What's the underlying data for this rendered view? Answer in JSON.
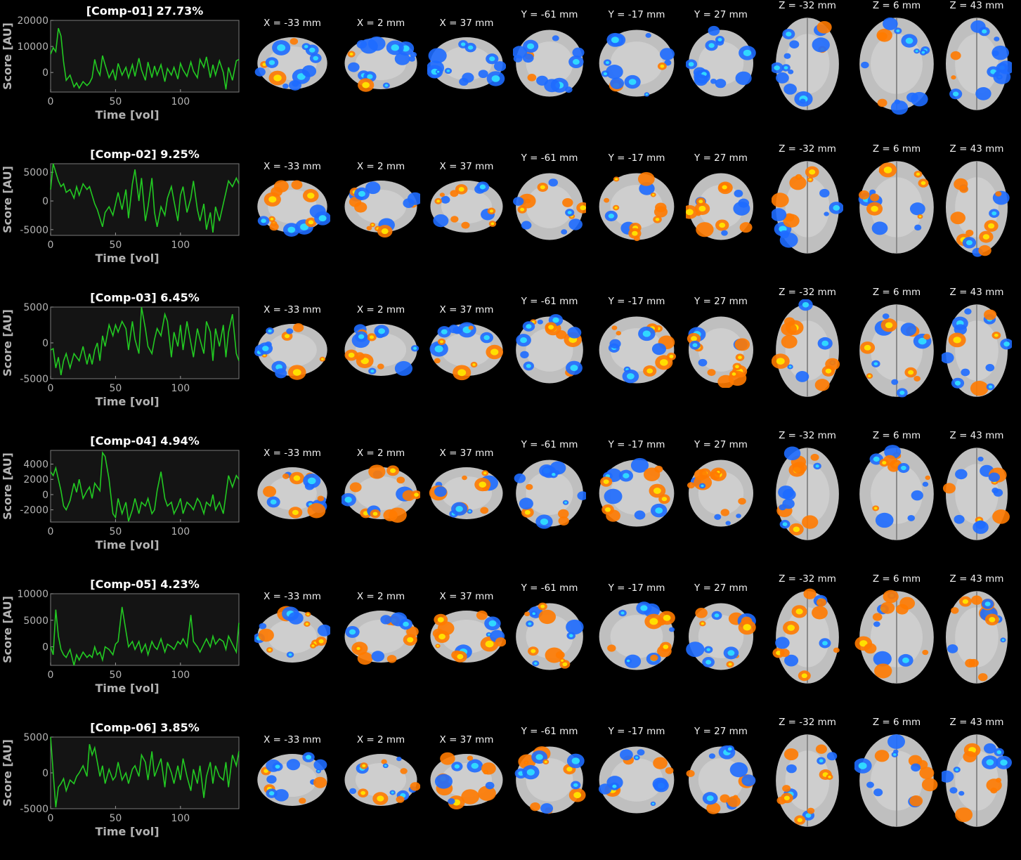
{
  "figure": {
    "x_axis_label": "Time [vol]",
    "y_axis_label": "Score [AU]",
    "x_ticks": [
      "0",
      "50",
      "100"
    ],
    "slice_labels": [
      "X = -33 mm",
      "X = 2 mm",
      "X = 37 mm",
      "Y = -61 mm",
      "Y = -17 mm",
      "Y = 27 mm",
      "Z = -32 mm",
      "Z = 6 mm",
      "Z = 43 mm"
    ]
  },
  "colors": {
    "timeseries_line": "#22c922",
    "plot_background": "#141414",
    "axis_text": "#b3b3b3",
    "positive_map": "#ff7a00",
    "positive_map_peak": "#ffe000",
    "negative_map": "#1e6cff",
    "negative_map_peak": "#30d8ff",
    "anatomy": "#bfbfbf"
  },
  "chart_data": [
    {
      "type": "line",
      "title": "[Comp-01] 27.73%",
      "xlim": [
        0,
        145
      ],
      "ylim": [
        -7500,
        20000
      ],
      "yticks": [
        0,
        10000,
        20000
      ],
      "ytick_labels": [
        "0",
        "10000",
        "20000"
      ],
      "x": [
        0,
        2,
        4,
        6,
        8,
        10,
        12,
        15,
        18,
        20,
        22,
        25,
        28,
        30,
        32,
        34,
        36,
        38,
        40,
        42,
        45,
        48,
        50,
        52,
        55,
        58,
        60,
        63,
        65,
        68,
        70,
        73,
        75,
        78,
        80,
        82,
        85,
        88,
        90,
        93,
        95,
        98,
        100,
        102,
        105,
        108,
        110,
        113,
        115,
        118,
        120,
        123,
        125,
        127,
        130,
        133,
        135,
        137,
        140,
        143,
        145
      ],
      "y": [
        7000,
        9500,
        8000,
        17000,
        14000,
        4000,
        -3000,
        -1000,
        -5500,
        -4000,
        -6000,
        -3500,
        -5000,
        -4000,
        -2000,
        5000,
        1000,
        -1000,
        6500,
        3000,
        -2000,
        1000,
        -3000,
        3500,
        -1000,
        2000,
        -2000,
        3000,
        -1500,
        5500,
        1000,
        -3000,
        4000,
        -2000,
        2500,
        -1000,
        3000,
        -3500,
        1500,
        -1000,
        2000,
        -2500,
        3500,
        1000,
        -1500,
        4000,
        500,
        -2000,
        5000,
        2000,
        6000,
        -2000,
        3000,
        -1000,
        4500,
        0,
        -6500,
        2000,
        -3000,
        4500,
        5000
      ]
    },
    {
      "type": "line",
      "title": "[Comp-02] 9.25%",
      "xlim": [
        0,
        145
      ],
      "ylim": [
        -6000,
        6500
      ],
      "yticks": [
        -5000,
        0,
        5000
      ],
      "ytick_labels": [
        "-5000",
        "0",
        "5000"
      ],
      "x": [
        0,
        2,
        4,
        6,
        8,
        10,
        12,
        15,
        18,
        20,
        22,
        25,
        28,
        30,
        32,
        34,
        36,
        38,
        40,
        42,
        45,
        48,
        50,
        52,
        55,
        58,
        60,
        63,
        65,
        68,
        70,
        73,
        75,
        78,
        80,
        82,
        85,
        88,
        90,
        93,
        95,
        98,
        100,
        102,
        105,
        108,
        110,
        113,
        115,
        118,
        120,
        123,
        125,
        127,
        130,
        133,
        135,
        137,
        140,
        143,
        145
      ],
      "y": [
        2000,
        6500,
        5000,
        3500,
        2500,
        3000,
        1500,
        2000,
        500,
        2500,
        1000,
        3000,
        2000,
        2500,
        1000,
        -500,
        -1500,
        -3000,
        -4500,
        -2000,
        -1000,
        -2500,
        -500,
        1500,
        -1500,
        2000,
        -3000,
        3000,
        5500,
        0,
        4000,
        -3500,
        -1000,
        4000,
        -2000,
        -4500,
        -1000,
        -2500,
        500,
        2500,
        0,
        -3500,
        1000,
        2500,
        -2000,
        500,
        3500,
        -1500,
        -3500,
        -500,
        -5000,
        -2000,
        -5500,
        -1000,
        -3500,
        -500,
        1500,
        3500,
        2500,
        4000,
        3000
      ]
    },
    {
      "type": "line",
      "title": "[Comp-03] 6.45%",
      "xlim": [
        0,
        145
      ],
      "ylim": [
        -5000,
        5000
      ],
      "yticks": [
        -5000,
        0,
        5000
      ],
      "ytick_labels": [
        "-5000",
        "0",
        "5000"
      ],
      "x": [
        0,
        2,
        4,
        6,
        8,
        10,
        12,
        15,
        18,
        20,
        22,
        25,
        28,
        30,
        32,
        34,
        36,
        38,
        40,
        42,
        45,
        48,
        50,
        52,
        55,
        58,
        60,
        63,
        65,
        68,
        70,
        73,
        75,
        78,
        80,
        82,
        85,
        88,
        90,
        93,
        95,
        98,
        100,
        102,
        105,
        108,
        110,
        113,
        115,
        118,
        120,
        123,
        125,
        127,
        130,
        133,
        135,
        137,
        140,
        143,
        145
      ],
      "y": [
        -1000,
        -800,
        -3500,
        -2000,
        -4500,
        -2500,
        -1500,
        -3500,
        -1500,
        -2000,
        -2500,
        -500,
        -3000,
        -1500,
        -3000,
        -1000,
        0,
        -2500,
        1000,
        -500,
        2500,
        1000,
        2500,
        1500,
        3000,
        2000,
        -1000,
        3000,
        500,
        -1500,
        5000,
        2000,
        -500,
        -1500,
        500,
        2000,
        1000,
        4000,
        3000,
        -2000,
        1500,
        -500,
        2500,
        -1000,
        3000,
        0,
        -2000,
        2000,
        500,
        -1500,
        3000,
        1500,
        -2500,
        2000,
        -500,
        2500,
        -2000,
        1500,
        4000,
        -1500,
        -2500
      ]
    },
    {
      "type": "line",
      "title": "[Comp-04] 4.94%",
      "xlim": [
        0,
        145
      ],
      "ylim": [
        -3600,
        5800
      ],
      "yticks": [
        -2000,
        0,
        2000,
        4000
      ],
      "ytick_labels": [
        "-2000",
        "0",
        "2000",
        "4000"
      ],
      "x": [
        0,
        2,
        4,
        6,
        8,
        10,
        12,
        15,
        18,
        20,
        22,
        25,
        28,
        30,
        32,
        34,
        36,
        38,
        40,
        42,
        45,
        48,
        50,
        52,
        55,
        58,
        60,
        63,
        65,
        68,
        70,
        73,
        75,
        78,
        80,
        82,
        85,
        88,
        90,
        93,
        95,
        98,
        100,
        102,
        105,
        108,
        110,
        113,
        115,
        118,
        120,
        123,
        125,
        127,
        130,
        133,
        135,
        137,
        140,
        143,
        145
      ],
      "y": [
        3000,
        2500,
        3500,
        2000,
        500,
        -1500,
        -2000,
        -800,
        1500,
        300,
        2000,
        -500,
        500,
        1000,
        -500,
        1500,
        1000,
        500,
        5500,
        5000,
        2000,
        -2500,
        -3000,
        -500,
        -2500,
        -1000,
        -3500,
        -2000,
        -500,
        -2500,
        -1000,
        -1500,
        -500,
        -2500,
        -2000,
        500,
        3000,
        -500,
        -1500,
        -1000,
        -2500,
        -1500,
        -500,
        -2500,
        -1000,
        -1500,
        -2000,
        -500,
        -1000,
        -2500,
        -1000,
        -1500,
        0,
        -2000,
        -1000,
        -2500,
        0,
        2500,
        1000,
        2500,
        2000
      ]
    },
    {
      "type": "line",
      "title": "[Comp-05] 4.23%",
      "xlim": [
        0,
        145
      ],
      "ylim": [
        -3500,
        10000
      ],
      "yticks": [
        0,
        5000,
        10000
      ],
      "ytick_labels": [
        "0",
        "5000",
        "10000"
      ],
      "x": [
        0,
        2,
        4,
        6,
        8,
        10,
        12,
        15,
        18,
        20,
        22,
        25,
        28,
        30,
        32,
        34,
        36,
        38,
        40,
        42,
        45,
        48,
        50,
        52,
        55,
        58,
        60,
        63,
        65,
        68,
        70,
        73,
        75,
        78,
        80,
        82,
        85,
        88,
        90,
        93,
        95,
        98,
        100,
        102,
        105,
        108,
        110,
        113,
        115,
        118,
        120,
        123,
        125,
        127,
        130,
        133,
        135,
        137,
        140,
        143,
        145
      ],
      "y": [
        0,
        -1500,
        7000,
        2000,
        -500,
        -1500,
        -2000,
        -500,
        -3500,
        -1500,
        -2500,
        -1000,
        -2000,
        -1500,
        -2000,
        0,
        -1500,
        -1000,
        -2500,
        0,
        -500,
        -1500,
        500,
        1000,
        7500,
        3000,
        0,
        1000,
        -500,
        1000,
        -1000,
        500,
        -1500,
        1000,
        0,
        -500,
        1500,
        -1000,
        500,
        0,
        -500,
        1000,
        500,
        1500,
        0,
        6000,
        1000,
        0,
        -1000,
        500,
        1500,
        0,
        2000,
        500,
        1500,
        1000,
        -500,
        2000,
        500,
        -1000,
        4500
      ]
    },
    {
      "type": "line",
      "title": "[Comp-06] 3.85%",
      "xlim": [
        0,
        145
      ],
      "ylim": [
        -5000,
        5000
      ],
      "yticks": [
        -5000,
        0,
        5000
      ],
      "ytick_labels": [
        "-5000",
        "0",
        "5000"
      ],
      "x": [
        0,
        2,
        4,
        6,
        8,
        10,
        12,
        15,
        18,
        20,
        22,
        25,
        28,
        30,
        32,
        34,
        36,
        38,
        40,
        42,
        45,
        48,
        50,
        52,
        55,
        58,
        60,
        63,
        65,
        68,
        70,
        73,
        75,
        78,
        80,
        82,
        85,
        88,
        90,
        93,
        95,
        98,
        100,
        102,
        105,
        108,
        110,
        113,
        115,
        118,
        120,
        123,
        125,
        127,
        130,
        133,
        135,
        137,
        140,
        143,
        145
      ],
      "y": [
        5000,
        0,
        -4800,
        -2000,
        -1500,
        -800,
        -2500,
        -1000,
        -1500,
        -500,
        0,
        1000,
        -500,
        4000,
        2500,
        3500,
        1500,
        -500,
        1000,
        -1500,
        500,
        -1000,
        -500,
        1500,
        -1000,
        0,
        -1500,
        500,
        1000,
        -500,
        2500,
        1500,
        -1000,
        3000,
        -500,
        500,
        2000,
        -2000,
        1500,
        0,
        -1500,
        1000,
        -1000,
        2000,
        -500,
        -2500,
        500,
        -1500,
        1000,
        -3500,
        -500,
        1500,
        -1500,
        1000,
        -500,
        -1000,
        1500,
        -2000,
        2500,
        1000,
        3000
      ]
    }
  ]
}
